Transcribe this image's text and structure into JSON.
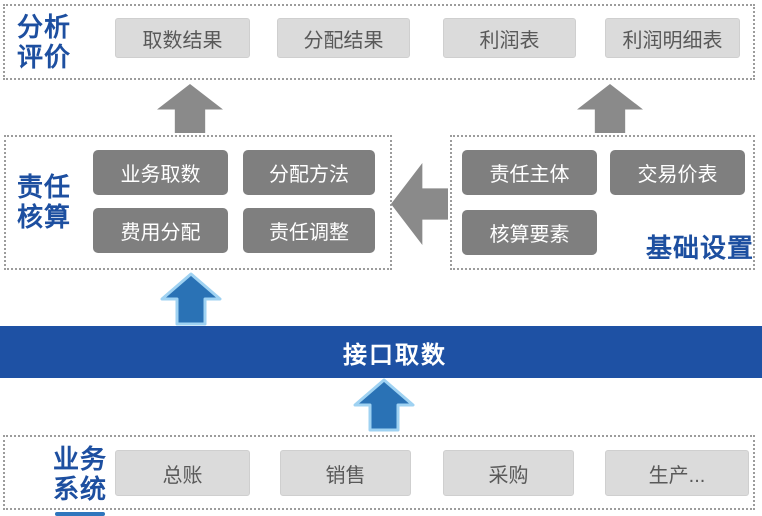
{
  "colors": {
    "accent_blue": "#1d4fa0",
    "band_blue": "#1e51a4",
    "arrow_gray": "#8a8a8a",
    "node_dark_gray": "#7f7f7f",
    "node_light_gray": "#dbdbdb",
    "light_text_gray": "#595959",
    "blue_arrow_fill": "#2a72b5",
    "blue_arrow_border": "#9fd2f2"
  },
  "layers": {
    "analysis": {
      "label": "分析\n评价",
      "items": [
        "取数结果",
        "分配结果",
        "利润表",
        "利润明细表"
      ]
    },
    "responsibility": {
      "label": "责任\n核算",
      "items": [
        "业务取数",
        "分配方法",
        "费用分配",
        "责任调整"
      ]
    },
    "basic": {
      "label": "基础设置",
      "items": [
        "责任主体",
        "交易价表",
        "核算要素"
      ]
    },
    "interface": {
      "label": "接口取数"
    },
    "business": {
      "label": "业务\n系统",
      "items": [
        "总账",
        "销售",
        "采购",
        "生产..."
      ]
    }
  }
}
